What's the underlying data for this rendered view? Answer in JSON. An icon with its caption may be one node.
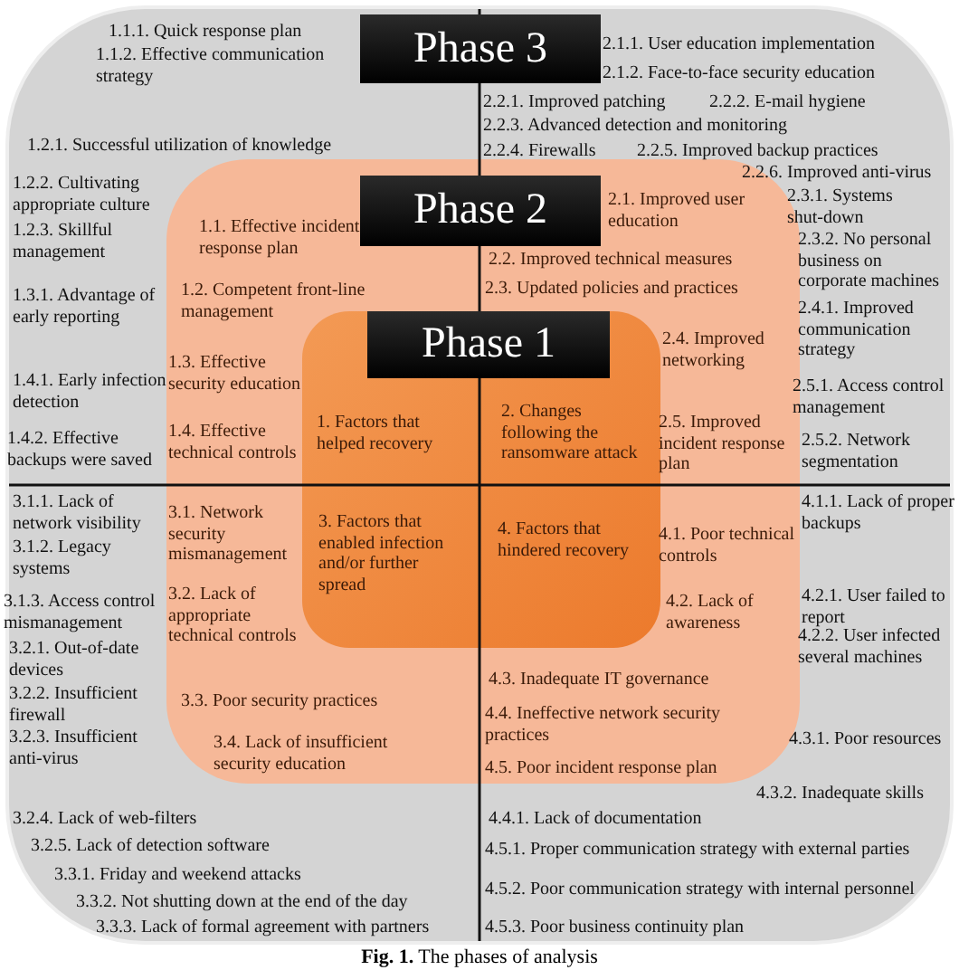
{
  "diagram": {
    "caption": "**Fig. 1.** The phases of analysis",
    "nodes": [
      {
        "text": [
          "1.1.1. Quick response plan",
          "1.1.2. Effective communication strategy",
          "1.2.1. Successful utilization of knowledge",
          "1.2.2. Cultivating appropriate culture",
          "1.2.3. Skillful management",
          "1.3.1. Advantage of early reporting",
          "1.4.1. Early infection detection",
          "1.4.2. Effective backups were saved",
          "2.1.1. User education implementation",
          "2.1.2. Face-to-face security education",
          "2.2.1. Improved patching",
          "2.2.2. E-mail hygiene",
          "2.2.3. Advanced detection and monitoring",
          "2.2.4. Firewalls",
          "2.2.5. Improved backup practices",
          "2.2.6. Improved anti-virus",
          "2.3.1. Systems shut-down",
          "2.3.2. No personal business on corporate machines",
          "2.4.1. Improved communication strategy",
          "2.5.1. Access control management",
          "2.5.2. Network segmentation",
          "3.1.1. Lack of network visibility",
          "3.1.2. Legacy systems",
          "3.1.3. Access control mismanagement",
          "3.2.1. Out-of-date devices",
          "3.2.2. Insufficient firewall",
          "3.2.3. Insufficient anti-virus",
          "3.2.4. Lack of web-filters",
          "3.2.5. Lack of detection software",
          "3.3.1. Friday and weekend attacks",
          "3.3.2. Not shutting down at the end of the day",
          "3.3.3. Lack of formal agreement with partners",
          "4.1.1. Lack of proper backups",
          "4.2.1. User failed to report",
          "4.2.2. User infected several machines",
          "4.3.1. Poor resources",
          "4.3.2. Inadequate skills",
          "4.4.1. Lack of documentation",
          "4.5.1. Proper communication strategy with external parties",
          "4.5.2. Poor communication strategy with internal personnel",
          "4.5.3. Poor business continuity plan"
        ]
      },
      {
        "text": [
          "Phase 3"
        ],
        "in": 0
      },
      {
        "text": [
          "1.1. Effective incident response plan",
          "1.2. Competent front-line management",
          "1.3. Effective security education",
          "1.4. Effective technical controls",
          "2.1. Improved user education",
          "2.2. Improved technical measures",
          "2.3. Updated policies and practices",
          "2.4. Improved networking",
          "2.5. Improved incident response plan",
          "3.1. Network security mismanagement",
          "3.2. Lack of appropriate technical controls",
          "3.3. Poor security practices",
          "3.4. Lack of insufficient security education",
          "4.1. Poor technical controls",
          "4.2. Lack of awareness",
          "4.3. Inadequate IT governance",
          "4.4. Ineffective network security practices",
          "4.5. Poor incident response plan"
        ],
        "in": 0
      },
      {
        "text": [
          "Phase 2"
        ],
        "in": 2
      },
      {
        "text": [
          "1. Factors that helped recovery",
          "2. Changes following the ransomware attack",
          "3. Factors that enabled infection and/or further spread",
          "4. Factors that hindered recovery"
        ],
        "in": 2
      },
      {
        "text": [
          "Phase 1"
        ],
        "in": 4
      }
    ],
    "edges": []
  }
}
